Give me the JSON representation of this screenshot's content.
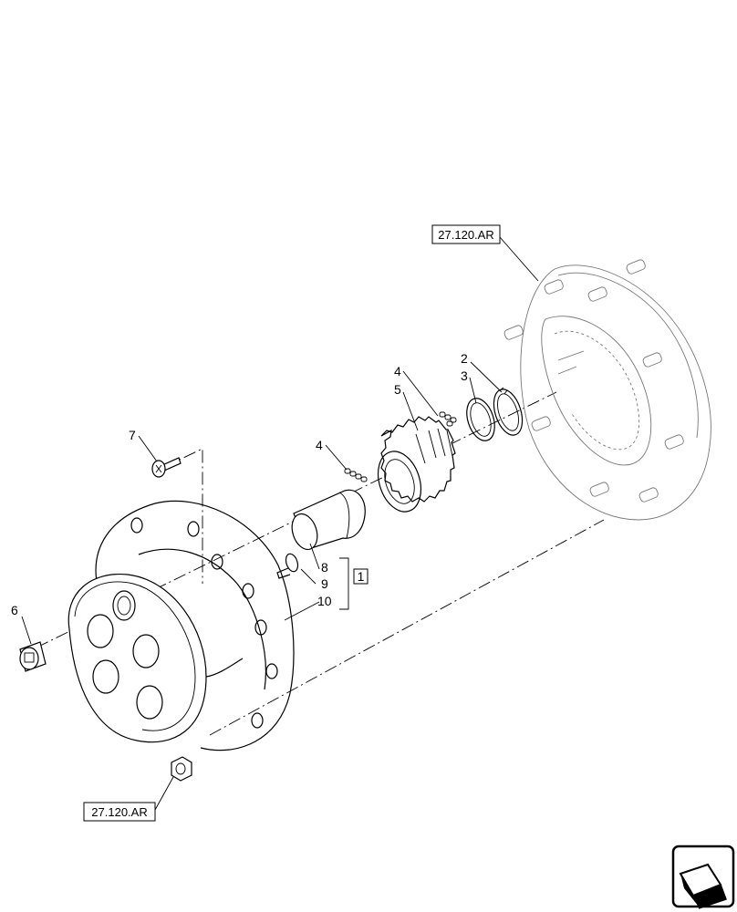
{
  "references": {
    "top": "27.120.AR",
    "bottom": "27.120.AR"
  },
  "callouts": {
    "c1": "1",
    "c2": "2",
    "c3": "3",
    "c4a": "4",
    "c4b": "4",
    "c5": "5",
    "c6": "6",
    "c7": "7",
    "c8": "8",
    "c9": "9",
    "c10": "10"
  },
  "icons": {
    "navigation": "navigation-arrow-icon"
  }
}
